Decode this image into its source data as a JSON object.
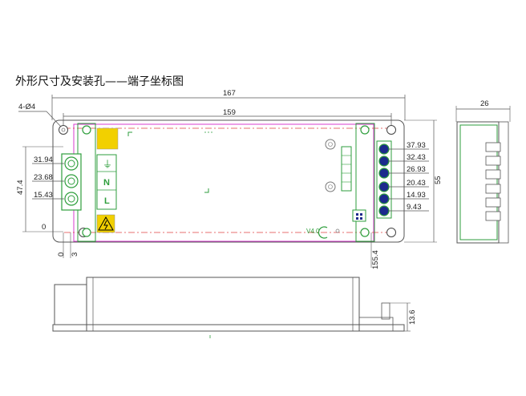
{
  "title": "外形尺寸及安装孔——端子坐标图",
  "dimensions": {
    "overall_length": "167",
    "hole_pitch": "159",
    "width": "55",
    "depth": "26",
    "height": "13.6",
    "hole_spec": "4-Ø4",
    "left_edge_offset": "3",
    "right_hole_x": "155.4",
    "left_height": "47.4",
    "origin_label": "0",
    "origin_y": "0"
  },
  "input_terminals": [
    "31.94",
    "23.68",
    "15.43"
  ],
  "output_terminals": [
    "37.93",
    "32.43",
    "26.93",
    "20.43",
    "14.93",
    "9.43"
  ],
  "board_labels": {
    "ground_symbol": "⏚",
    "neutral": "N",
    "live": "L",
    "pcb_code": "V4.0"
  },
  "colors": {
    "outline": "#555555",
    "pcb_green": "#2e9e3c",
    "terminal_blue": "#1c2a8c",
    "accent_magenta": "#d83ccf",
    "center_line_red": "#e04040",
    "warning_yellow": "#f2d000"
  }
}
